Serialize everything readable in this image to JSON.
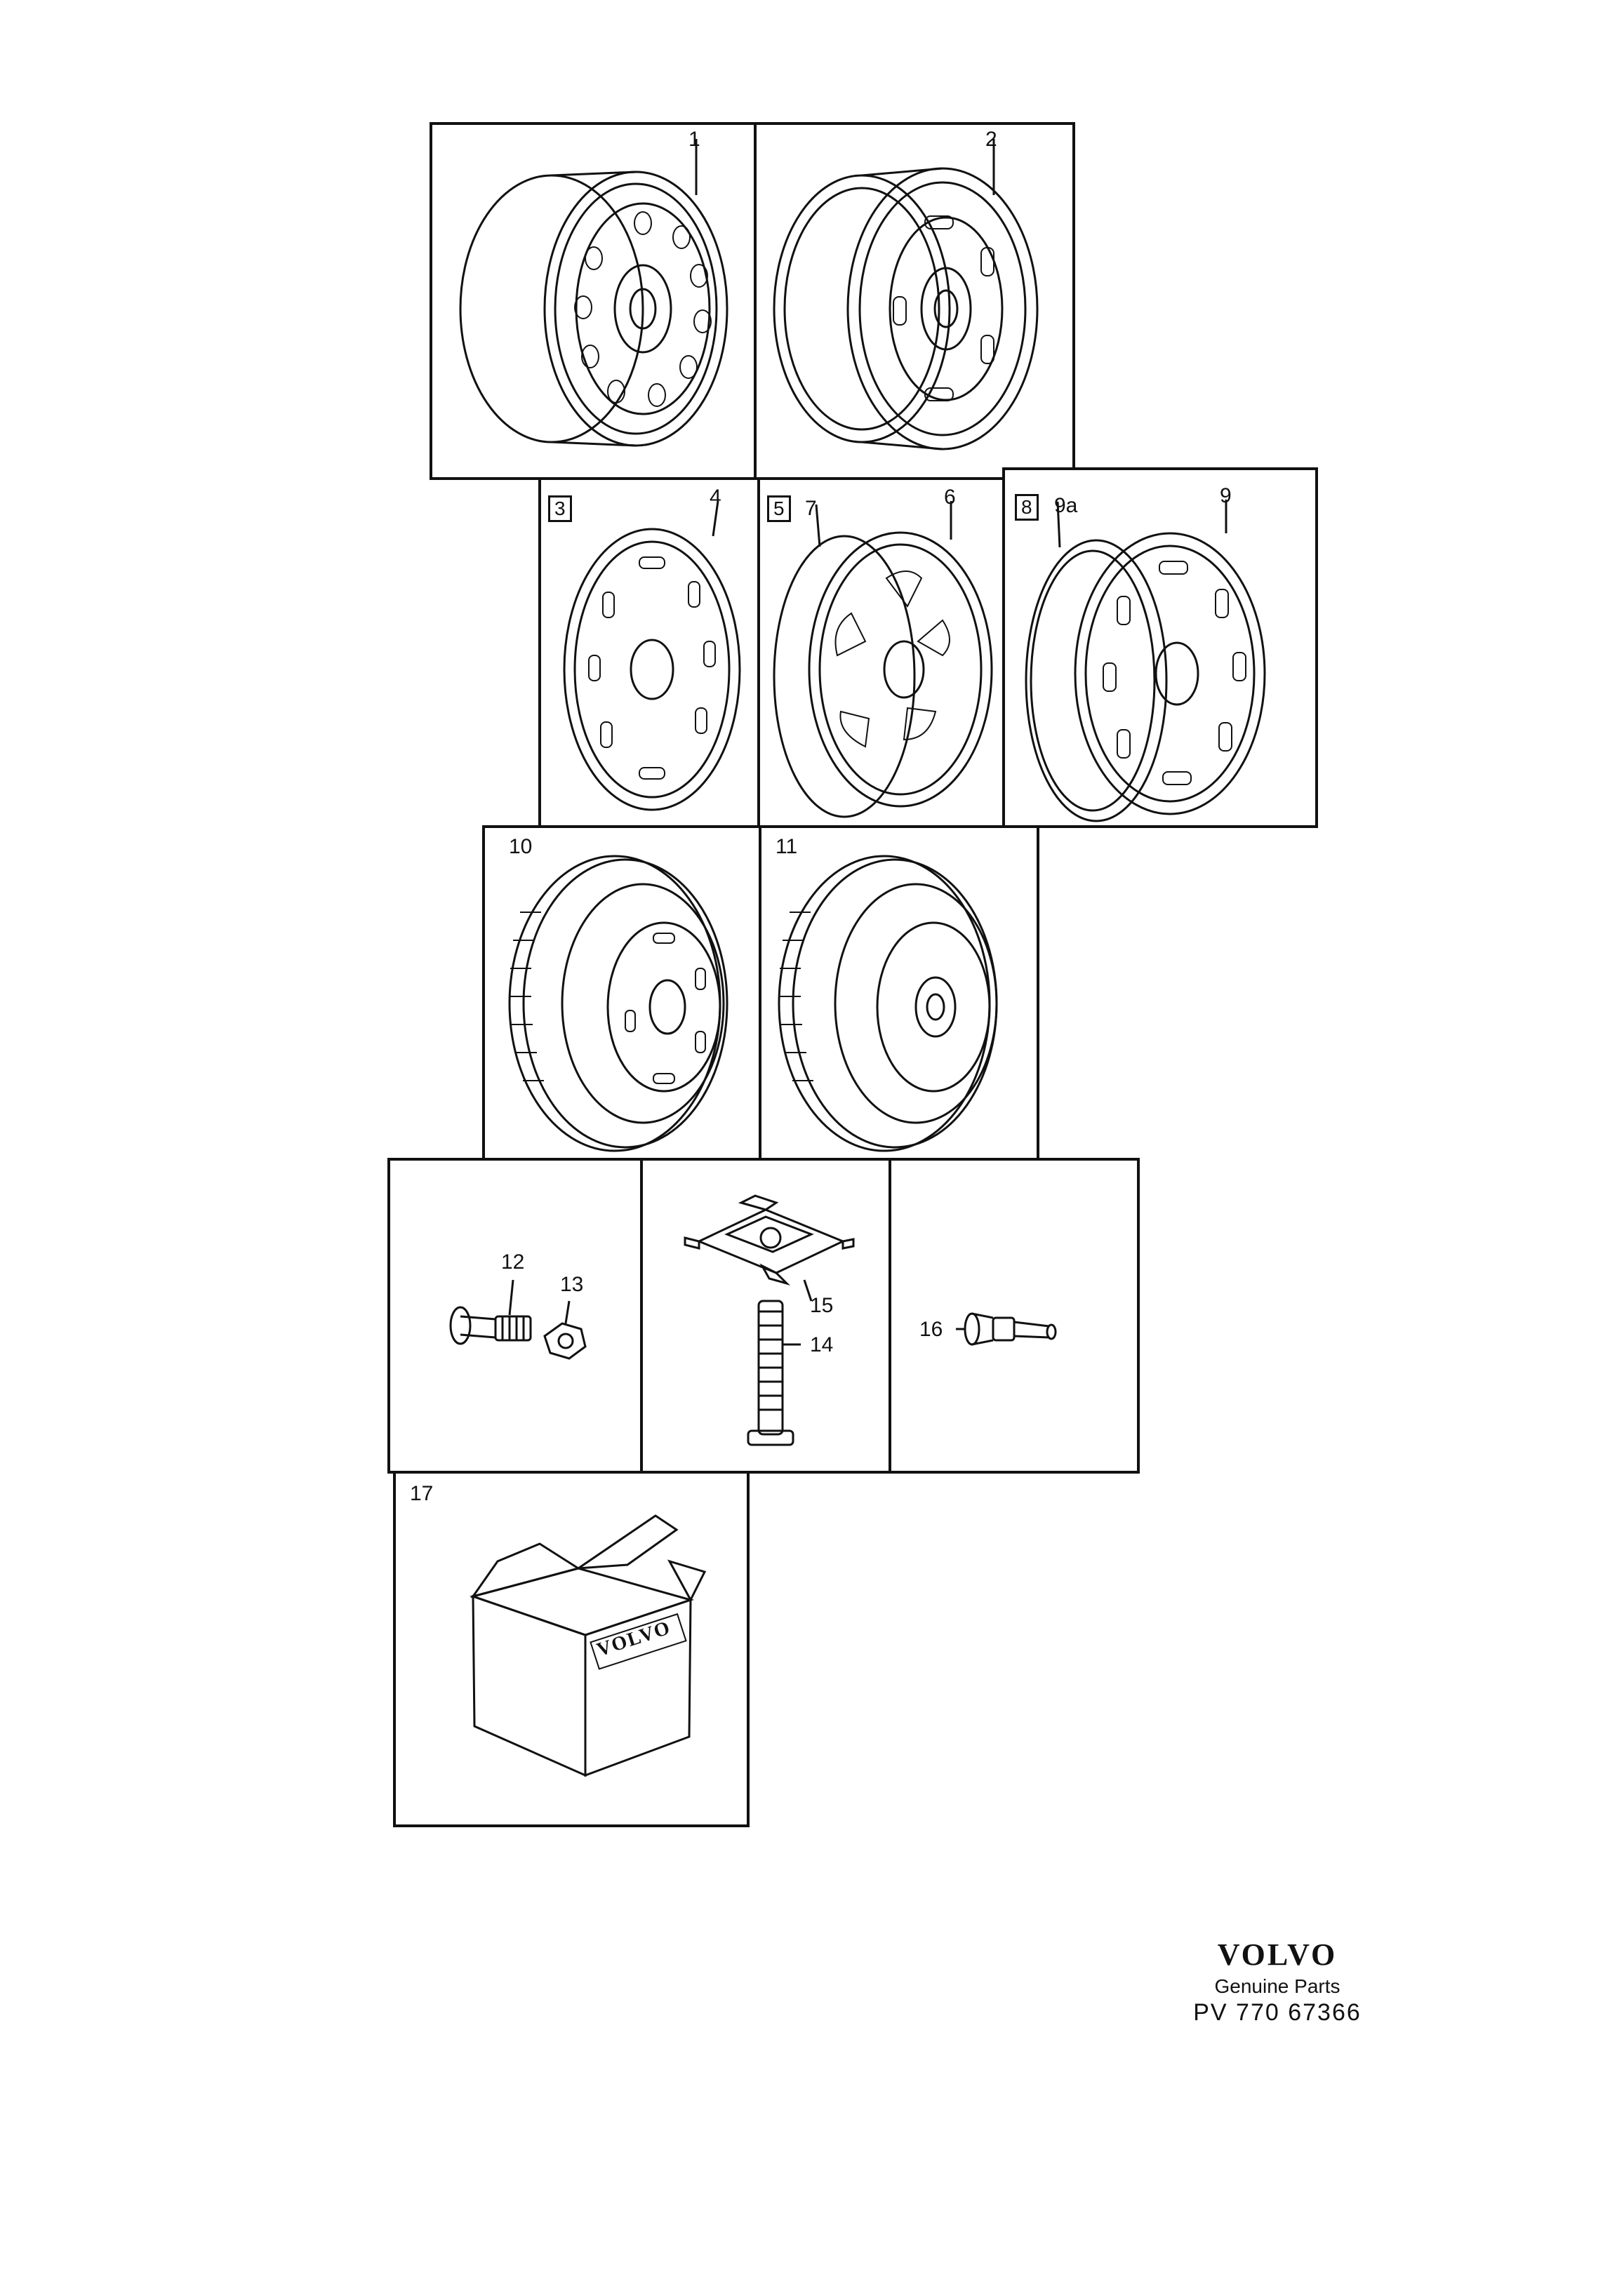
{
  "callouts": {
    "c1": "1",
    "c2": "2",
    "c3": "3",
    "c4": "4",
    "c5": "5",
    "c6": "6",
    "c7": "7",
    "c8": "8",
    "c9a": "9a",
    "c9": "9",
    "c10": "10",
    "c11": "11",
    "c12": "12",
    "c13": "13",
    "c14": "14",
    "c15": "15",
    "c16": "16",
    "c17": "17"
  },
  "box_brand": "VOLVO",
  "footer": {
    "brand": "VOLVO",
    "subtitle": "Genuine Parts",
    "code": "PV 770 67366"
  },
  "icons": [
    "steel-wheel-icon",
    "hubcap-icon",
    "tyre-wheel-icon",
    "wheel-bolt-icon",
    "wheel-nut-icon",
    "spare-wheel-holder-icon",
    "threaded-rod-icon",
    "valve-icon",
    "parts-box-icon"
  ]
}
